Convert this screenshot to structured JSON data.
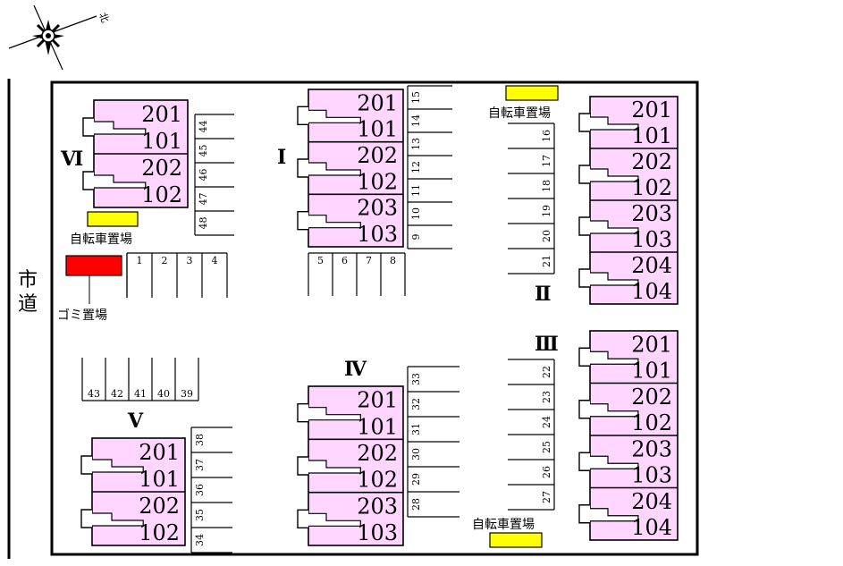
{
  "north_symbol": "北",
  "road_label": "市道",
  "bike_parking_label": "自転車置場",
  "garbage_label": "ゴミ置場",
  "buildings": [
    {
      "id": "I",
      "label": "Ⅰ",
      "rooms": [
        "201",
        "101",
        "202",
        "102",
        "203",
        "103"
      ]
    },
    {
      "id": "II",
      "label": "Ⅱ",
      "rooms": [
        "201",
        "101",
        "202",
        "102",
        "203",
        "103",
        "204",
        "104"
      ]
    },
    {
      "id": "III",
      "label": "Ⅲ",
      "rooms": [
        "201",
        "101",
        "202",
        "102",
        "203",
        "103",
        "204",
        "104"
      ]
    },
    {
      "id": "IV",
      "label": "Ⅳ",
      "rooms": [
        "201",
        "101",
        "202",
        "102",
        "203",
        "103"
      ]
    },
    {
      "id": "V",
      "label": "Ⅴ",
      "rooms": [
        "201",
        "101",
        "202",
        "102"
      ]
    },
    {
      "id": "VI",
      "label": "Ⅵ",
      "rooms": [
        "201",
        "101",
        "202",
        "102"
      ]
    }
  ],
  "parking": {
    "top_row": [
      "1",
      "2",
      "3",
      "4"
    ],
    "top_row_b": [
      "5",
      "6",
      "7",
      "8"
    ],
    "col_i": [
      "15",
      "14",
      "13",
      "12",
      "11",
      "10",
      "9"
    ],
    "col_ii": [
      "16",
      "17",
      "18",
      "19",
      "20",
      "21"
    ],
    "col_iii": [
      "22",
      "23",
      "24",
      "25",
      "26",
      "27"
    ],
    "col_iv": [
      "33",
      "32",
      "31",
      "30",
      "29",
      "28"
    ],
    "col_v": [
      "38",
      "37",
      "36",
      "35",
      "34"
    ],
    "row_v": [
      "43",
      "42",
      "41",
      "40",
      "39"
    ],
    "col_vi": [
      "44",
      "45",
      "46",
      "47",
      "48"
    ]
  },
  "colors": {
    "unit_fill": "#ffd6ff",
    "bike": "#ffff00",
    "garbage": "#ff0000"
  }
}
